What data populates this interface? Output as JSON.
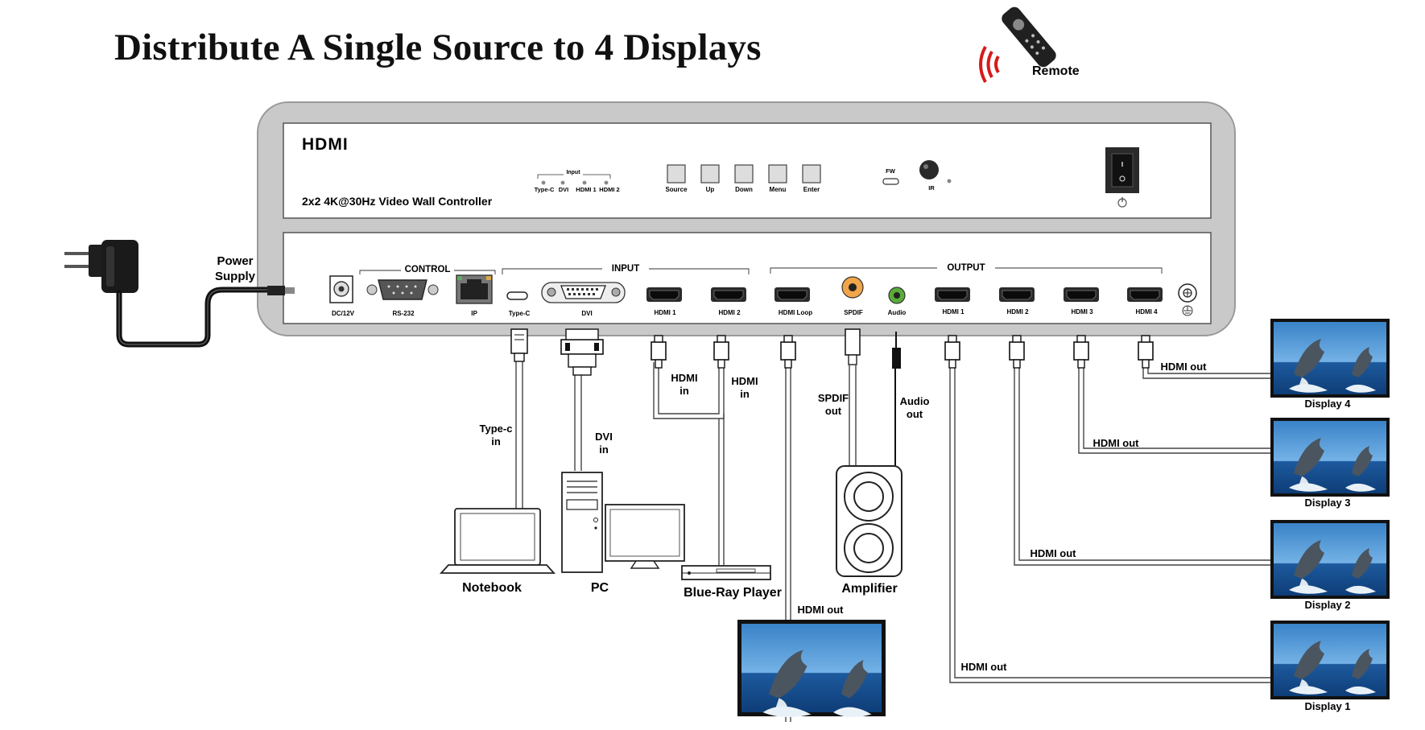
{
  "title": "Distribute A Single Source to 4 Displays",
  "remote_label": "Remote",
  "power_supply_label": [
    "Power",
    "Supply"
  ],
  "device": {
    "brand_logo": "HDMI",
    "model": "2x2 4K@30Hz Video Wall Controller",
    "input_indicator_group": "Input",
    "input_leds": [
      "Type-C",
      "DVI",
      "HDMI 1",
      "HDMI 2"
    ],
    "buttons": [
      "Source",
      "Up",
      "Down",
      "Menu",
      "Enter"
    ],
    "fw_label": "FW",
    "ir_label": "IR"
  },
  "rear_panel": {
    "groups": {
      "control": "CONTROL",
      "input": "INPUT",
      "output": "OUTPUT"
    },
    "ports": [
      "DC/12V",
      "RS-232",
      "IP",
      "Type-C",
      "DVI",
      "HDMI 1",
      "HDMI 2",
      "HDMI Loop",
      "SPDIF",
      "Audio",
      "HDMI 1",
      "HDMI 2",
      "HDMI 3",
      "HDMI 4"
    ]
  },
  "cable_labels": {
    "type_c_in": [
      "Type-c",
      "in"
    ],
    "dvi_in": [
      "DVI",
      "in"
    ],
    "hdmi_in_1": [
      "HDMI",
      "in"
    ],
    "hdmi_in_2": [
      "HDMI",
      "in"
    ],
    "spdif_out": [
      "SPDIF",
      "out"
    ],
    "audio_out": [
      "Audio",
      "out"
    ],
    "hdmi_loop_out": "HDMI out",
    "hdmi_out_4": "HDMI out",
    "hdmi_out_3": "HDMI out",
    "hdmi_out_2": "HDMI out",
    "hdmi_out_1": "HDMI out"
  },
  "sources": [
    "Notebook",
    "PC",
    "Blue-Ray Player"
  ],
  "audio_device": "Amplifier",
  "displays": [
    "Display 4",
    "Display 3",
    "Display 2",
    "Display 1"
  ]
}
